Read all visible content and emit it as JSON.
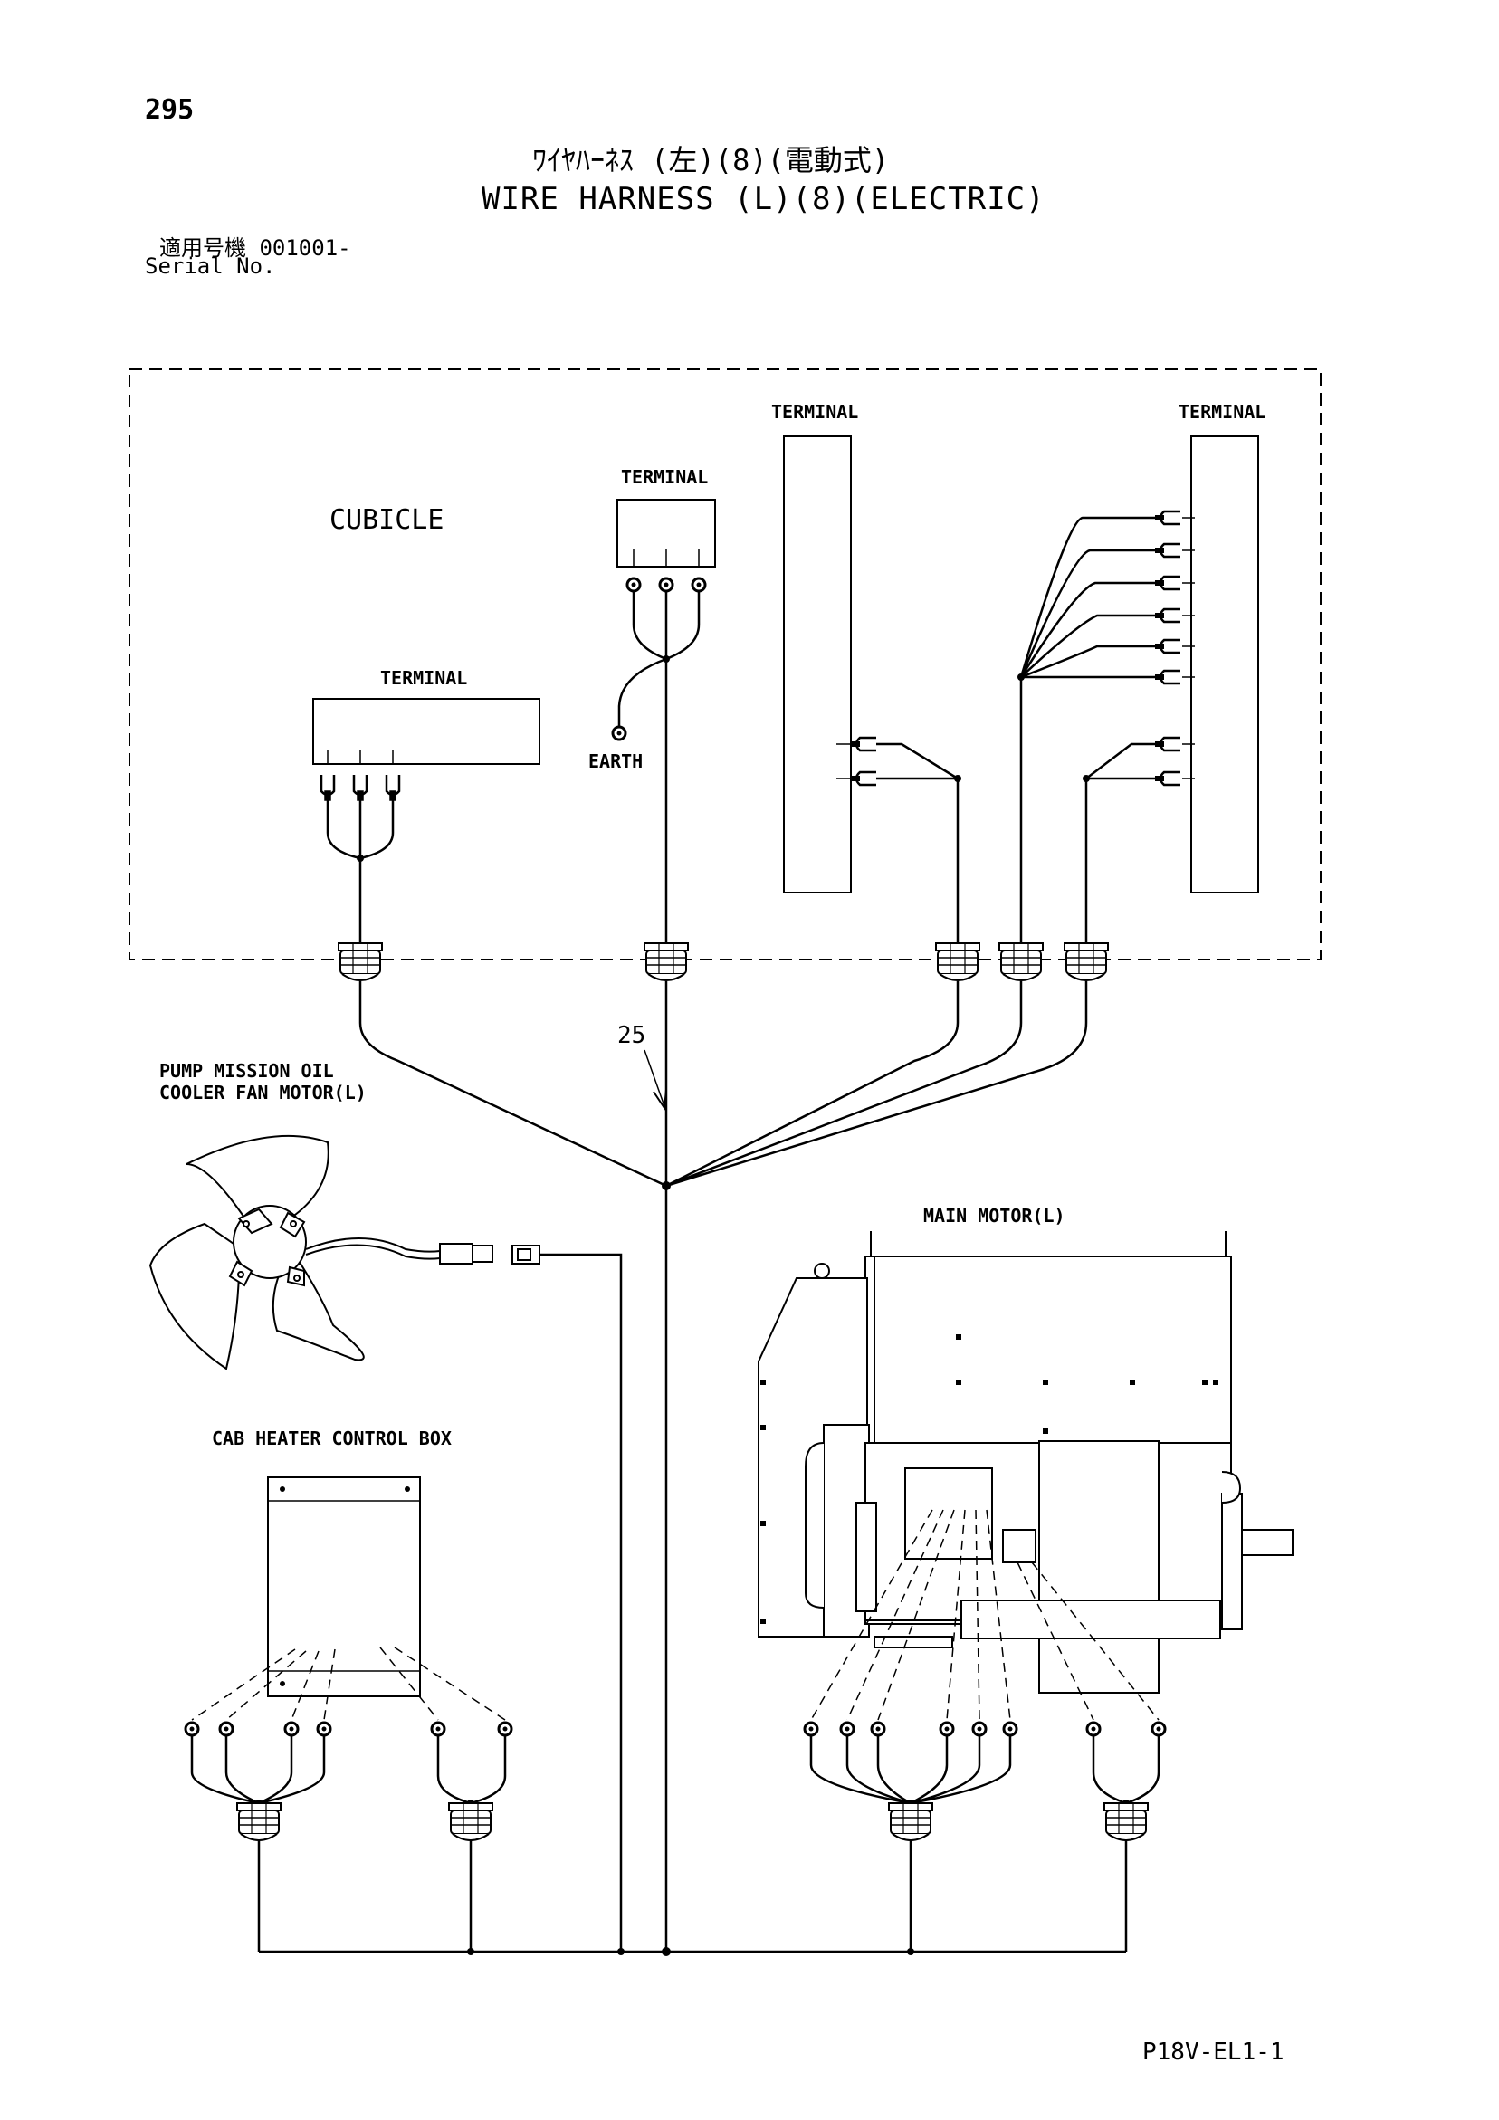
{
  "header": {
    "page_number": "295",
    "title_jp": "ﾜｲﾔﾊｰﾈｽ (左)(8)(電動式)",
    "title_en": "WIRE HARNESS (L)(8)(ELECTRIC)",
    "serial_label_jp": "適用号機  001001-",
    "serial_label_en": "Serial No."
  },
  "labels": {
    "cubicle": "CUBICLE",
    "terminal_left": "TERMINAL",
    "terminal_center": "TERMINAL",
    "terminal_right_a": "TERMINAL",
    "terminal_right_b": "TERMINAL",
    "earth": "EARTH",
    "part_number": "25",
    "fan_motor_line1": "PUMP MISSION OIL",
    "fan_motor_line2": "COOLER FAN MOTOR(L)",
    "main_motor": "MAIN MOTOR(L)",
    "cab_heater": "CAB HEATER CONTROL BOX"
  },
  "footer": {
    "drawing_code": "P18V-EL1-1"
  }
}
